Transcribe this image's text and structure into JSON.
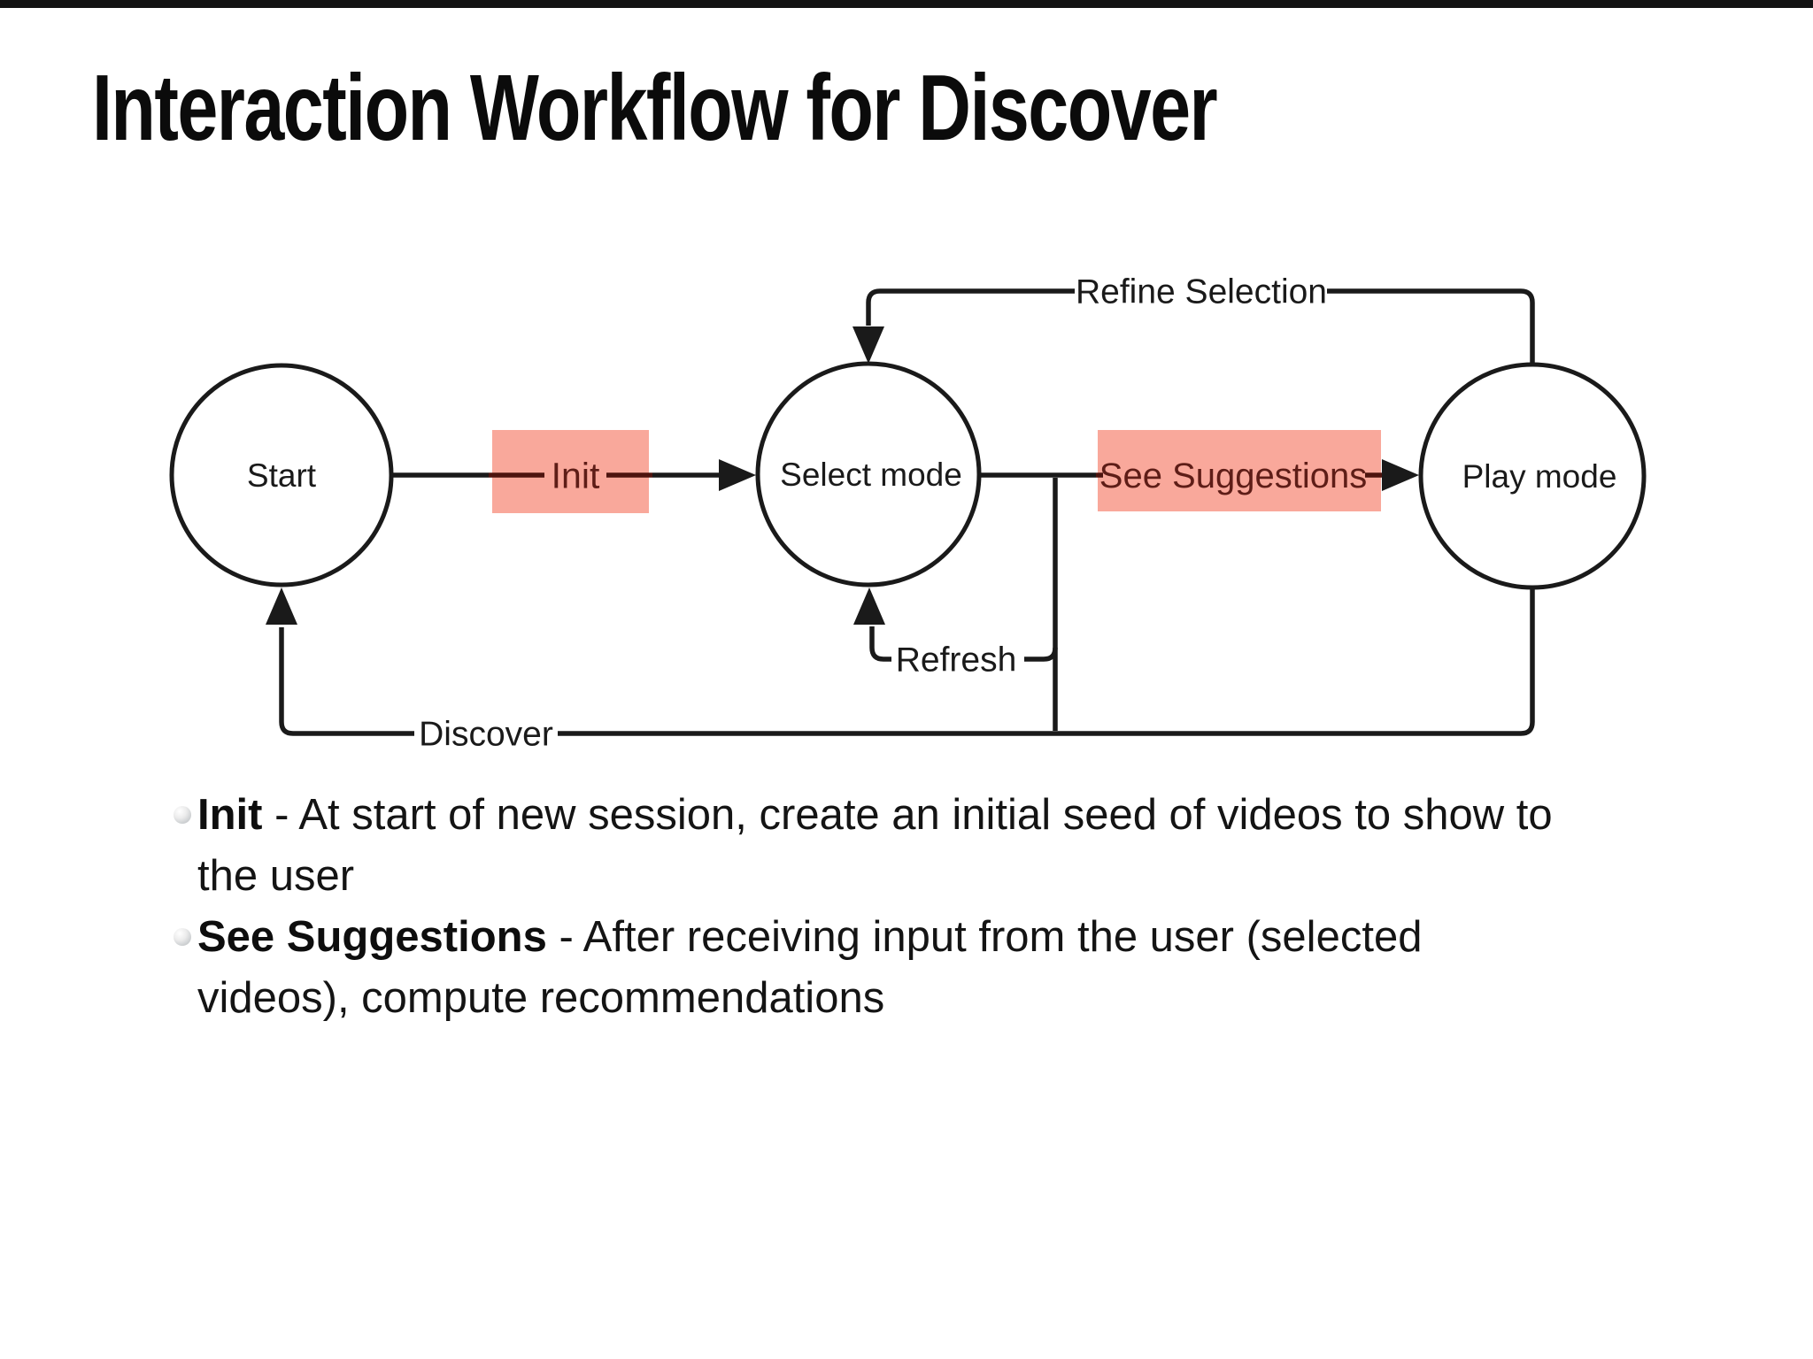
{
  "window": {
    "top_bar_color": "#131313",
    "background": "#ffffff"
  },
  "slide": {
    "title": "Interaction Workflow for Discover"
  },
  "diagram": {
    "nodes": [
      {
        "label": "Start"
      },
      {
        "label": "Select mode"
      },
      {
        "label": "Play mode"
      }
    ],
    "edges": [
      {
        "label": "Init",
        "from": "Start",
        "to": "Select mode",
        "highlighted": true
      },
      {
        "label": "See Suggestions",
        "from": "Select mode",
        "to": "Play mode",
        "highlighted": true
      },
      {
        "label": "Refine Selection",
        "from": "Play mode",
        "to": "Select mode",
        "highlighted": false
      },
      {
        "label": "Refresh",
        "from": "Select mode",
        "to": "Select mode",
        "highlighted": false
      },
      {
        "label": "Discover",
        "from": "Play mode",
        "to": "Start",
        "highlighted": false
      }
    ],
    "colors": {
      "line": "#1a1a1a",
      "highlight_fill": "#F9A89B",
      "highlight_text": "#5E1D17",
      "node_fill": "#ffffff"
    }
  },
  "bullets": [
    {
      "term": "Init",
      "rest": " - At start of new session, create an initial seed of videos to show to",
      "line2": "the user"
    },
    {
      "term": "See Suggestions",
      "rest": " - After receiving input from the user (selected",
      "line2": "videos), compute recommendations"
    }
  ]
}
